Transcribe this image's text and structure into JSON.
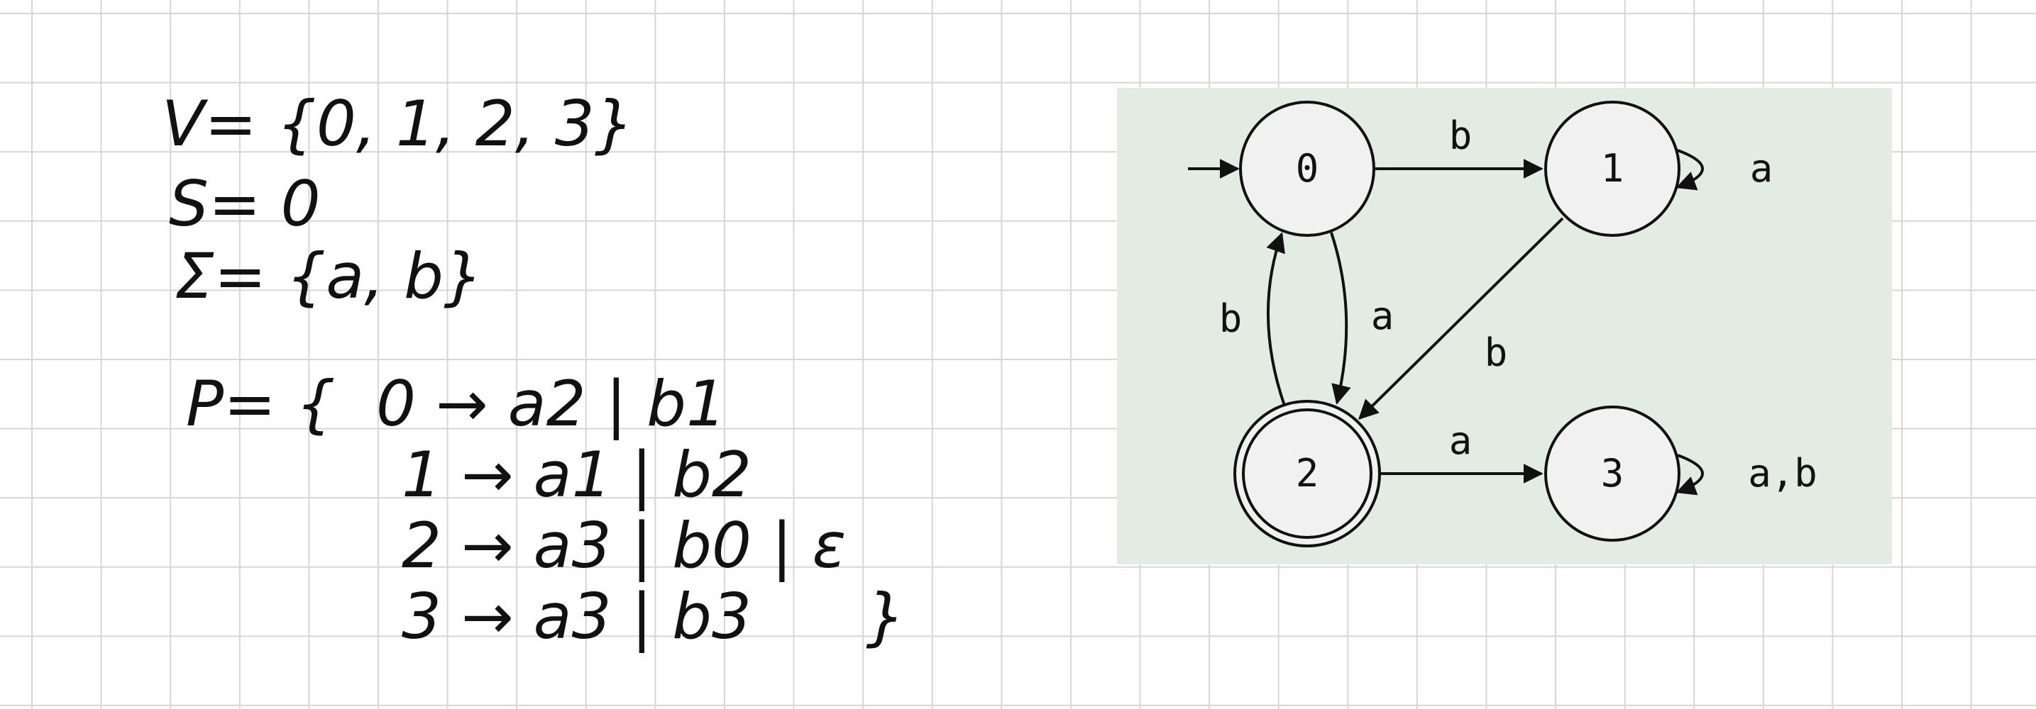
{
  "notes": {
    "states": "V= {0, 1, 2, 3}",
    "start": "S= 0",
    "alphabet": "Σ= {a, b}",
    "productions_prefix": "P= {",
    "rules": [
      "0 → a2 | b1",
      "1 → a1 | b2",
      "2 → a3 | b0 | ε",
      "3 → a3 | b3"
    ],
    "closing_brace": "}"
  },
  "automaton": {
    "states": [
      {
        "id": "0",
        "initial": true,
        "accepting": false
      },
      {
        "id": "1",
        "initial": false,
        "accepting": false
      },
      {
        "id": "2",
        "initial": false,
        "accepting": true
      },
      {
        "id": "3",
        "initial": false,
        "accepting": false
      }
    ],
    "transitions": [
      {
        "from": "0",
        "to": "1",
        "label": "b"
      },
      {
        "from": "0",
        "to": "2",
        "label": "a"
      },
      {
        "from": "1",
        "to": "1",
        "label": "a"
      },
      {
        "from": "1",
        "to": "2",
        "label": "b"
      },
      {
        "from": "2",
        "to": "0",
        "label": "b"
      },
      {
        "from": "2",
        "to": "3",
        "label": "a"
      },
      {
        "from": "3",
        "to": "3",
        "label": "a,b"
      }
    ],
    "colors": {
      "panel": "#e3ece3",
      "state_fill": "#f1f1f1",
      "stroke": "#111111"
    }
  }
}
